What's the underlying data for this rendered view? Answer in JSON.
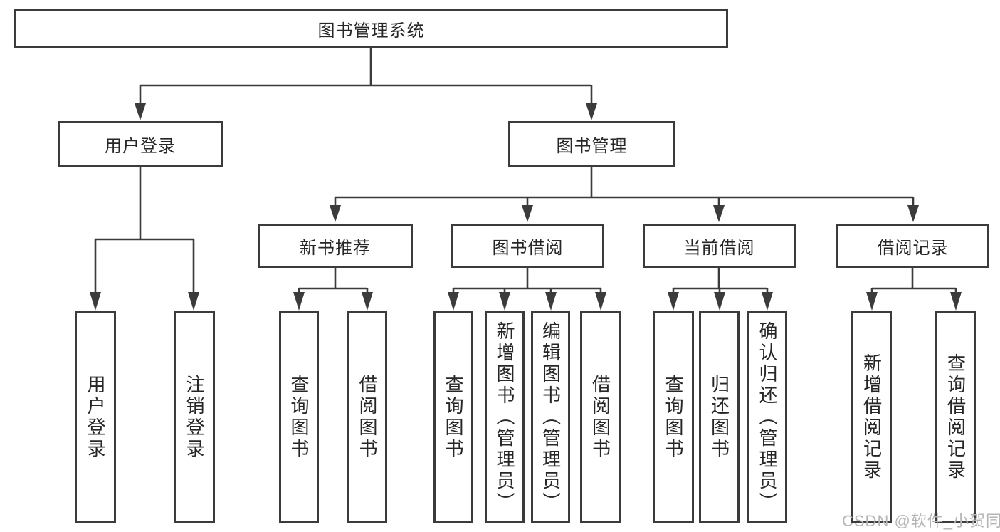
{
  "diagram": {
    "title": "图书管理系统",
    "nodes": {
      "root": "图书管理系统",
      "user_login": "用户登录",
      "book_mgmt": "图书管理",
      "new_books": "新书推荐",
      "book_borrow": "图书借阅",
      "current_borrow": "当前借阅",
      "borrow_records": "借阅记录",
      "leaf_user_login": "用户登录",
      "leaf_logout": "注销登录",
      "leaf_nb_query": "查询图书",
      "leaf_nb_borrow": "借阅图书",
      "leaf_bb_query": "查询图书",
      "leaf_bb_add": "新增图书（管理员）",
      "leaf_bb_edit": "编辑图书（管理员）",
      "leaf_bb_borrow": "借阅图书",
      "leaf_cb_query": "查询图书",
      "leaf_cb_return": "归还图书",
      "leaf_cb_confirm": "确认归还（管理员）",
      "leaf_br_add": "新增借阅记录",
      "leaf_br_query": "查询借阅记录"
    },
    "colors": {
      "line": "#3b3b3b",
      "text": "#262626",
      "box_background": "#ffffff"
    }
  },
  "watermark": {
    "text": "CSDN @软件_小贺同学",
    "color": "#b5b5b5"
  }
}
